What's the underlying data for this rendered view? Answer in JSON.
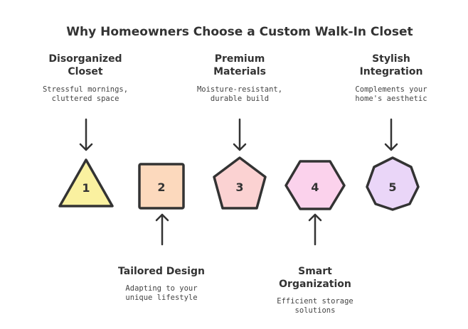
{
  "title": "Why Homeowners Choose a Custom Walk-In Closet",
  "steps": [
    {
      "number": "1",
      "heading": [
        "Disorganized",
        "Closet"
      ],
      "description": [
        "Stressful mornings,",
        "cluttered space"
      ],
      "color": "#faf1a0",
      "shape": "triangle",
      "position": "top"
    },
    {
      "number": "2",
      "heading": [
        "Tailored Design"
      ],
      "description": [
        "Adapting to your",
        "unique lifestyle"
      ],
      "color": "#fcd9bd",
      "shape": "square",
      "position": "bottom"
    },
    {
      "number": "3",
      "heading": [
        "Premium",
        "Materials"
      ],
      "description": [
        "Moisture-resistant,",
        "durable build"
      ],
      "color": "#fbd2d2",
      "shape": "pentagon",
      "position": "top"
    },
    {
      "number": "4",
      "heading": [
        "Smart",
        "Organization"
      ],
      "description": [
        "Efficient storage",
        "solutions"
      ],
      "color": "#fbd2ec",
      "shape": "hexagon",
      "position": "bottom"
    },
    {
      "number": "5",
      "heading": [
        "Stylish",
        "Integration"
      ],
      "description": [
        "Complements your",
        "home's aesthetic"
      ],
      "color": "#ead6f8",
      "shape": "heptagon",
      "position": "top"
    }
  ]
}
